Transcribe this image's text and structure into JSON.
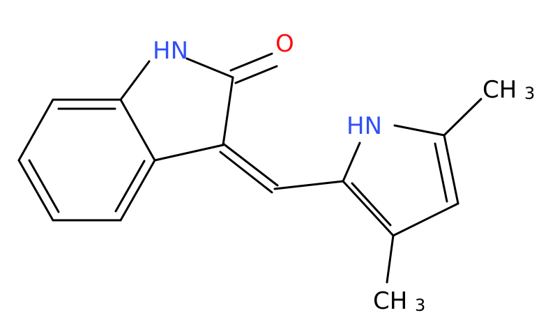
{
  "colors": {
    "bond": "#000000",
    "nitrogen": "#3050F8",
    "oxygen": "#FF0D0D",
    "carbon_label": "#000000",
    "background": "#ffffff"
  },
  "labels": {
    "nh_oxindole": "HN",
    "oxygen": "O",
    "nh_pyrrole": "HN",
    "methyl_top_c": "CH",
    "methyl_top_sub": "3",
    "methyl_bottom_c": "CH",
    "methyl_bottom_sub": "3"
  }
}
